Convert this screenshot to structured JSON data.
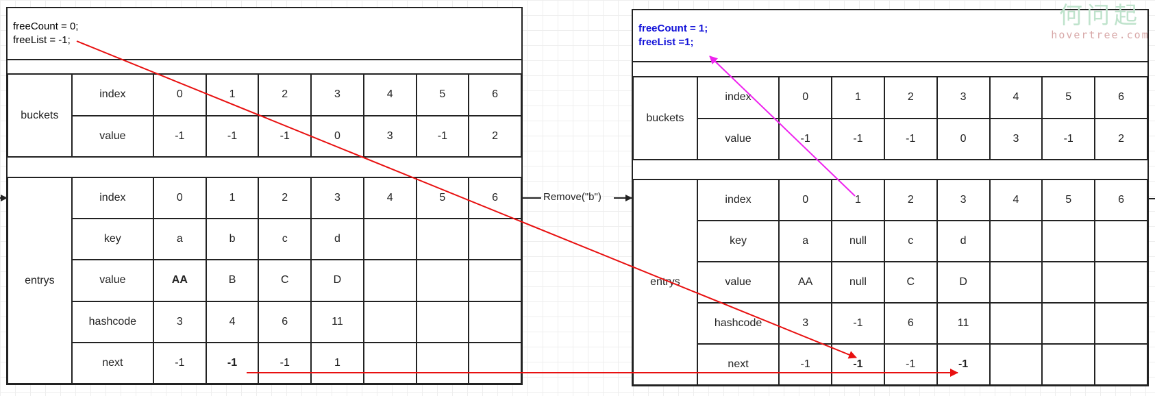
{
  "before": {
    "state_lines": [
      "freeCount = 0;",
      "freeList = -1;"
    ],
    "buckets": {
      "label": "buckets",
      "rows": [
        {
          "label": "index",
          "cells": [
            "0",
            "1",
            "2",
            "3",
            "4",
            "5",
            "6"
          ]
        },
        {
          "label": "value",
          "cells": [
            "-1",
            "-1",
            "-1",
            "0",
            "3",
            "-1",
            "2"
          ]
        }
      ]
    },
    "entrys": {
      "label": "entrys",
      "rows": [
        {
          "label": "index",
          "cells": [
            "0",
            "1",
            "2",
            "3",
            "4",
            "5",
            "6"
          ]
        },
        {
          "label": "key",
          "cells": [
            "a",
            "b",
            "c",
            "d",
            "",
            "",
            ""
          ]
        },
        {
          "label": "value",
          "cells": [
            "AA",
            "B",
            "C",
            "D",
            "",
            "",
            ""
          ]
        },
        {
          "label": "hashcode",
          "cells": [
            "3",
            "4",
            "6",
            "11",
            "",
            "",
            ""
          ]
        },
        {
          "label": "next",
          "cells": [
            "-1",
            "-1",
            "-1",
            "1",
            "",
            "",
            ""
          ]
        }
      ]
    }
  },
  "operation": {
    "label": "Remove(\"b\")"
  },
  "after": {
    "state_lines": [
      "freeCount = 1;",
      "freeList =1;"
    ],
    "buckets": {
      "label": "buckets",
      "rows": [
        {
          "label": "index",
          "cells": [
            "0",
            "1",
            "2",
            "3",
            "4",
            "5",
            "6"
          ]
        },
        {
          "label": "value",
          "cells": [
            "-1",
            "-1",
            "-1",
            "0",
            "3",
            "-1",
            "2"
          ]
        }
      ]
    },
    "entrys": {
      "label": "entrys",
      "rows": [
        {
          "label": "index",
          "cells": [
            "0",
            "1",
            "2",
            "3",
            "4",
            "5",
            "6"
          ]
        },
        {
          "label": "key",
          "cells": [
            "a",
            "null",
            "c",
            "d",
            "",
            "",
            ""
          ]
        },
        {
          "label": "value",
          "cells": [
            "AA",
            "null",
            "C",
            "D",
            "",
            "",
            ""
          ]
        },
        {
          "label": "hashcode",
          "cells": [
            "3",
            "-1",
            "6",
            "11",
            "",
            "",
            ""
          ]
        },
        {
          "label": "next",
          "cells": [
            "-1",
            "-1",
            "-1",
            "-1",
            "",
            "",
            ""
          ]
        }
      ]
    }
  },
  "highlights": [
    {
      "table": "before-entrys",
      "row": 2,
      "col": 0,
      "style": "blue-bold"
    },
    {
      "table": "before-entrys",
      "row": 4,
      "col": 1,
      "style": "red-bold"
    },
    {
      "table": "after-entrys",
      "row": 4,
      "col": 1,
      "style": "red-bold"
    },
    {
      "table": "after-entrys",
      "row": 4,
      "col": 3,
      "style": "red-bold"
    }
  ],
  "colors": {
    "red_arrow": "#e81010",
    "magenta_arrow": "#ee22ee",
    "after_text": "#1010d8",
    "blue_value": "#2f6fd0"
  },
  "watermark": {
    "logo": "何问起",
    "site": "hovertree.com"
  }
}
